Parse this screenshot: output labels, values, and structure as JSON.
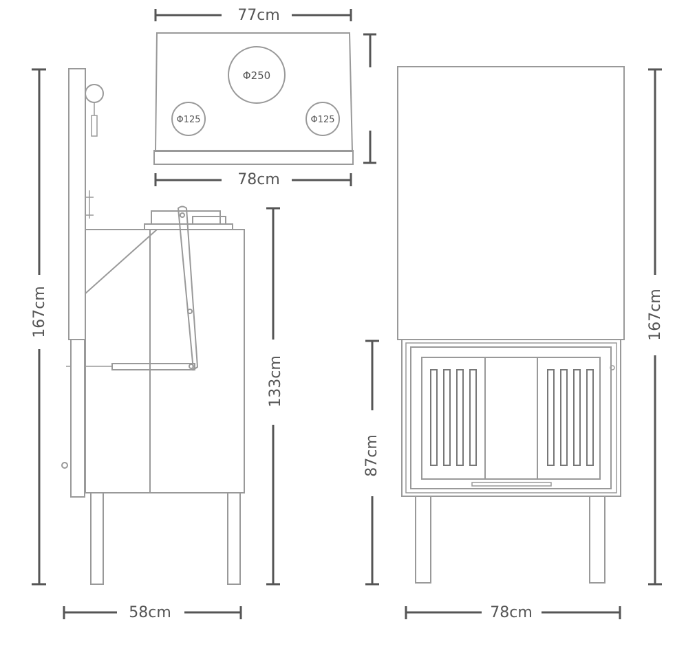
{
  "dimensions": {
    "top_view_depth": "77cm",
    "top_view_width": "78cm",
    "outlet_large": "Φ250",
    "outlet_small_left": "Φ125",
    "outlet_small_right": "Φ125",
    "side_total_height": "167cm",
    "side_body_height": "133cm",
    "side_depth": "58cm",
    "front_total_height": "167cm",
    "front_base_height": "87cm",
    "front_width": "78cm"
  },
  "colors": {
    "dimension_line": "#555555",
    "outline": "#999999",
    "background": "#ffffff"
  }
}
